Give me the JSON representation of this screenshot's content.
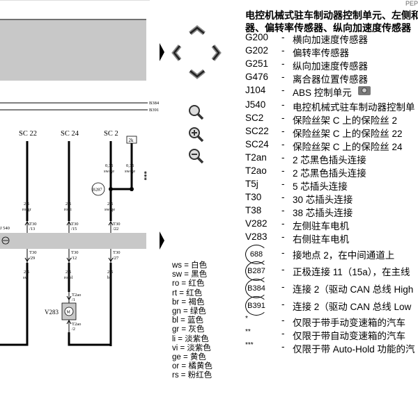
{
  "corner_label": "PEP",
  "legend": {
    "title_line1": "电控机械式驻车制动器控制单元、左侧和",
    "title_line2": "器、偏转率传感器、纵向加速度传感器",
    "items": [
      {
        "code": "G200",
        "dash": "-",
        "desc": "横向加速度传感器"
      },
      {
        "code": "G202",
        "dash": "-",
        "desc": "偏转率传感器"
      },
      {
        "code": "G251",
        "dash": "-",
        "desc": "纵向加速度传感器"
      },
      {
        "code": "G476",
        "dash": "-",
        "desc": "离合器位置传感器"
      },
      {
        "code": "J104",
        "dash": "-",
        "desc": "ABS 控制单元"
      },
      {
        "code": "J540",
        "dash": "-",
        "desc": "电控机械式驻车制动器控制单"
      },
      {
        "code": "SC2",
        "dash": "-",
        "desc": "保险丝架 C 上的保险丝 2"
      },
      {
        "code": "SC22",
        "dash": "-",
        "desc": "保险丝架 C 上的保险丝 22"
      },
      {
        "code": "SC24",
        "dash": "-",
        "desc": "保险丝架 C 上的保险丝 24"
      },
      {
        "code": "T2an",
        "dash": "-",
        "desc": "2 芯黑色插头连接"
      },
      {
        "code": "T2ao",
        "dash": "-",
        "desc": "2 芯黑色插头连接"
      },
      {
        "code": "T5j",
        "dash": "-",
        "desc": "5 芯插头连接"
      },
      {
        "code": "T30",
        "dash": "-",
        "desc": "30 芯插头连接"
      },
      {
        "code": "T38",
        "dash": "-",
        "desc": "38 芯插头连接"
      },
      {
        "code": "V282",
        "dash": "-",
        "desc": "左侧驻车电机"
      },
      {
        "code": "V283",
        "dash": "-",
        "desc": "右侧驻车电机"
      }
    ],
    "circle_items": [
      {
        "code": "688",
        "dash": "-",
        "desc": "接地点 2，在中间通道上"
      },
      {
        "code": "B287",
        "dash": "-",
        "desc": "正极连接 11（15a），在主线"
      },
      {
        "code": "B384",
        "dash": "-",
        "desc": "连接 2（驱动 CAN 总线 High"
      },
      {
        "code": "B391",
        "dash": "-",
        "desc": "连接 2（驱动 CAN 总线 Low"
      }
    ],
    "star_items": [
      {
        "code": "*",
        "dash": "-",
        "desc": "仅限于带手动变速箱的汽车"
      },
      {
        "code": "**",
        "dash": "-",
        "desc": "仅限于带自动变速箱的汽车"
      },
      {
        "code": "***",
        "dash": "-",
        "desc": "仅限于带 Auto-Hold 功能的汽"
      }
    ]
  },
  "wire_colors": [
    "ws = 白色",
    "sw = 黑色",
    "ro = 红色",
    "rt = 红色",
    "br = 褐色",
    "gn = 绿色",
    "bl = 蓝色",
    "gr = 灰色",
    "li = 淡紫色",
    "vi = 淡紫色",
    "ge = 黄色",
    "or = 橘黄色",
    "rs = 粉红色"
  ],
  "diagram": {
    "bus_labels": [
      "B384",
      "B391"
    ],
    "fuses": [
      "SC 22",
      "SC 24",
      "SC 2"
    ],
    "fuse_box_label": "2k",
    "stars": "***",
    "b287": "B287",
    "j540_label": "J 540",
    "wires": {
      "w1": {
        "gauge": "2,5",
        "color": "ro/gr"
      },
      "w2": {
        "gauge": "2,5",
        "color": "ro/li"
      },
      "w3": {
        "gauge": "0,35",
        "color": "sw/ge"
      },
      "w4": {
        "gauge": "0,35",
        "color": "sw/ge"
      },
      "w5": {
        "gauge": "2,5",
        "color": "sw/ge"
      },
      "w6": {
        "gauge": "2,5",
        "color": "sw"
      },
      "w7": {
        "gauge": "2,5",
        "color": "ro/bl"
      },
      "w8": {
        "gauge": "2,5",
        "color": "br"
      }
    },
    "pins_top": [
      "T30",
      "/13",
      "T30",
      "/15",
      "T30",
      "/22"
    ],
    "pins_bottom": [
      "T30",
      "/29",
      "T30",
      "/12",
      "T30",
      "/27"
    ],
    "t2ao_top": [
      "T2ao",
      "/1"
    ],
    "t2ao_bottom": [
      "T2ao",
      "/2"
    ],
    "v283": "V283"
  }
}
